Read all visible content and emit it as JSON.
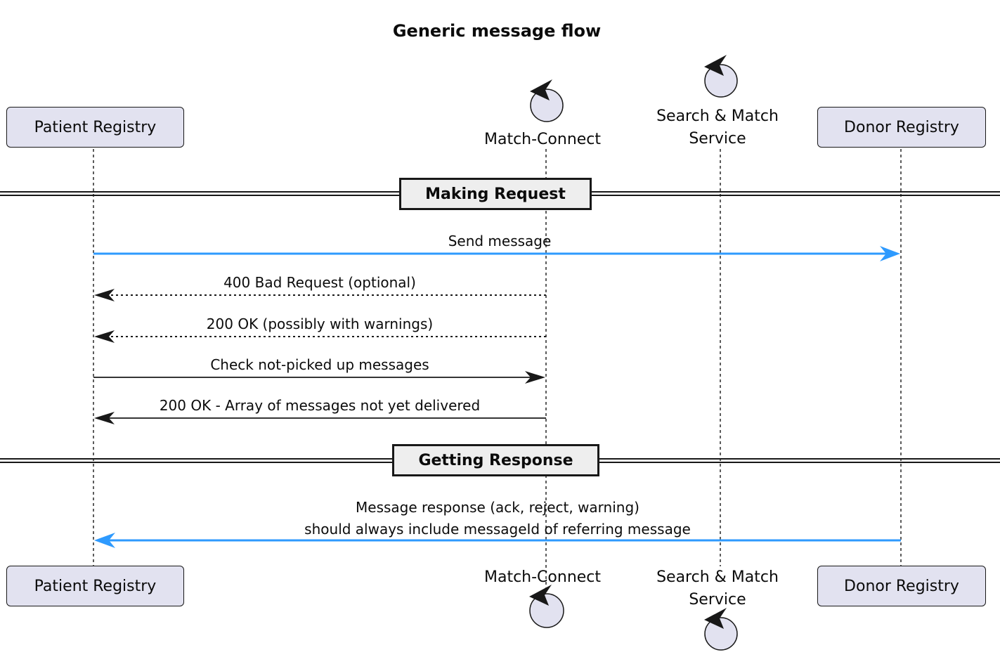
{
  "title": "Generic message flow",
  "colors": {
    "message_accent_blue": "#2E9AFE",
    "participant_fill": "#E2E2F0",
    "participant_border": "#181818",
    "divider_fill": "#EEEEEE",
    "line_black": "#181818"
  },
  "participants": {
    "patient_registry": {
      "type": "participant",
      "label": "Patient Registry"
    },
    "match_connect": {
      "type": "control",
      "label": "Match-Connect"
    },
    "search_match_service": {
      "type": "control",
      "label_line1": "Search & Match",
      "label_line2": "Service"
    },
    "donor_registry": {
      "type": "participant",
      "label": "Donor Registry"
    }
  },
  "dividers": {
    "making_request": "Making Request",
    "getting_response": "Getting Response"
  },
  "messages": [
    {
      "label": "Send message",
      "from": "Patient Registry",
      "to": "Donor Registry",
      "style": "solid",
      "color": "blue"
    },
    {
      "label": "400 Bad Request (optional)",
      "from": "Match-Connect",
      "to": "Patient Registry",
      "style": "dotted",
      "color": "black"
    },
    {
      "label": "200 OK (possibly with warnings)",
      "from": "Match-Connect",
      "to": "Patient Registry",
      "style": "dotted",
      "color": "black"
    },
    {
      "label": "Check not-picked up messages",
      "from": "Patient Registry",
      "to": "Match-Connect",
      "style": "solid",
      "color": "black"
    },
    {
      "label": "200 OK - Array of messages not yet delivered",
      "from": "Match-Connect",
      "to": "Patient Registry",
      "style": "solid",
      "color": "black"
    },
    {
      "label_line1": "Message response (ack, reject, warning)",
      "label_line2": "should always include messageId of referring message",
      "from": "Donor Registry",
      "to": "Patient Registry",
      "style": "solid",
      "color": "blue"
    }
  ]
}
